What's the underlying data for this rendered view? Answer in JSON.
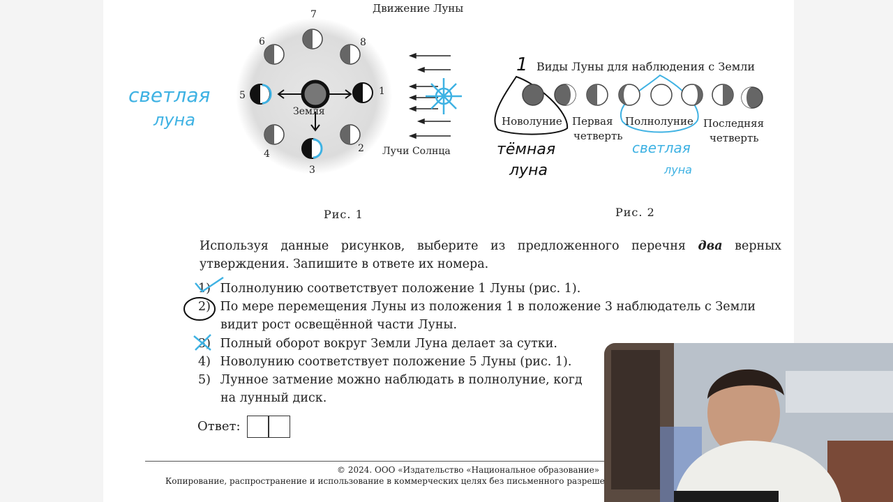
{
  "figure1": {
    "title": "Движение Луны",
    "earth_label": "Земля",
    "sun_rays_label": "Лучи Солнца",
    "positions": [
      "1",
      "2",
      "3",
      "4",
      "5",
      "6",
      "7",
      "8"
    ],
    "caption": "Рис. 1"
  },
  "figure2": {
    "title": "Виды Луны для наблюдения с Земли",
    "phases": {
      "new_moon": "Новолуние",
      "first_quarter_1": "Первая",
      "first_quarter_2": "четверть",
      "full_moon": "Полнолуние",
      "last_quarter_1": "Последняя",
      "last_quarter_2": "четверть"
    },
    "caption": "Рис. 2"
  },
  "handwriting": {
    "light_moon_left_1": "светлая",
    "light_moon_left_2": "луна",
    "number_one": "1",
    "dark_moon_1": "тёмная",
    "dark_moon_2": "луна",
    "light_moon_right_1": "светлая",
    "light_moon_right_2": "луна"
  },
  "task": {
    "instruction_1": "Используя данные рисунков, выберите из предложенного перечня ",
    "instruction_emph": "два",
    "instruction_2": " верных утверждения. Запишите в ответе их номера.",
    "options": [
      {
        "num": "1)",
        "text": "Полнолунию соответствует положение 1 Луны (рис. 1)."
      },
      {
        "num": "2)",
        "text": "По мере перемещения Луны из положения 1 в положение 3 наблюдатель с Земли"
      },
      {
        "num": "",
        "text": "видит рост освещённой части Луны."
      },
      {
        "num": "3)",
        "text": "Полный оборот вокруг Земли Луна делает за сутки."
      },
      {
        "num": "4)",
        "text": "Новолунию соответствует положение 5 Луны (рис. 1)."
      },
      {
        "num": "5)",
        "text": "Лунное затмение можно наблюдать в полнолуние, когд"
      },
      {
        "num": "",
        "text": "на лунный диск."
      }
    ],
    "answer_label": "Ответ:"
  },
  "footer": {
    "line1": "© 2024. ООО «Издательство «Национальное образование»",
    "line2": "Копирование, распространение и использование в коммерческих целях без письменного разреше"
  },
  "colors": {
    "handwriting_blue": "#3fb2e3",
    "ink": "#111111"
  }
}
